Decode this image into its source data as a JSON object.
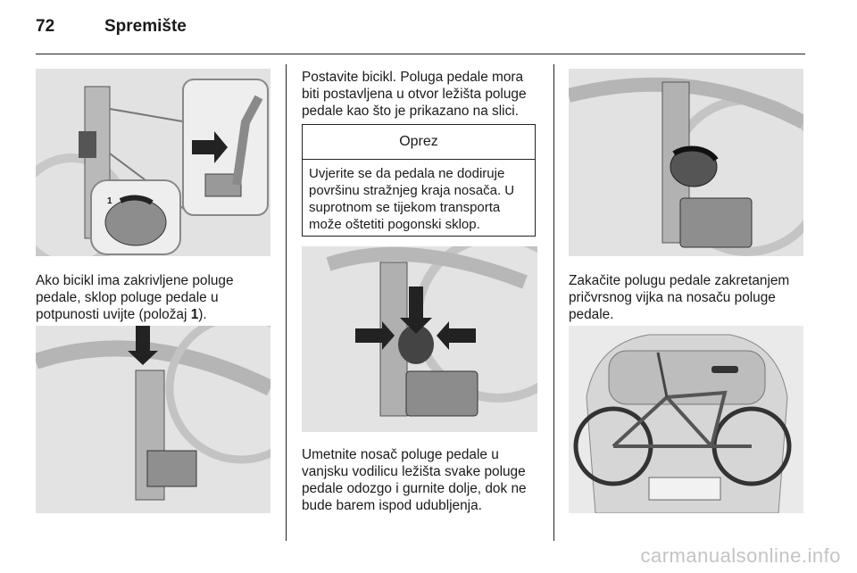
{
  "header": {
    "page_number": "72",
    "section": "Spremište"
  },
  "col1": {
    "para_before_bold": "Ako bicikl ima zakrivljene poluge pedale, sklop poluge pedale u potpunosti uvijte (položaj ",
    "para_bold": "1",
    "para_after_bold": ").",
    "figure1_callout": "1"
  },
  "col2": {
    "para1": "Postavite bicikl. Poluga pedale mora biti postavljena u otvor ležišta poluge pedale kao što je prikazano na slici.",
    "caution_title": "Oprez",
    "caution_text": "Uvjerite se da pedala ne dodiruje površinu stražnjeg kraja nosača. U suprotnom se tijekom transporta može oštetiti pogonski sklop.",
    "para2": "Umetnite nosač poluge pedale u vanjsku vodilicu ležišta svake poluge pedale odozgo i gurnite dolje, dok ne bude barem ispod udubljenja."
  },
  "col3": {
    "para1": "Zakačite polugu pedale zakretanjem pričvrsnog vijka na nosaču poluge pedale."
  },
  "watermark": "carmanualsonline.info"
}
